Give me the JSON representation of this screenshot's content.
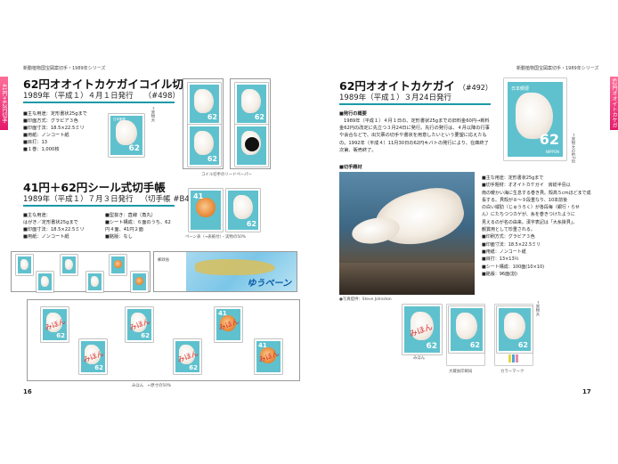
{
  "left": {
    "header": "新動植物国宝図案切手・1989年シリーズ",
    "side_tab": "41円+62円切手",
    "section1": {
      "title": "62円オオイトカケガイコイル切手",
      "issue_line": "1989年（平成１）４月１日発行",
      "catalog": "（#498）",
      "specs": [
        "■主な用途：定形書状25gまで",
        "■印面方式：グラビア３色",
        "■印面寸法：18.5×22.5ミリ",
        "■用紙：ノンコート紙",
        "■目打：13",
        "■１巻：1,000枚"
      ],
      "note_right": "←実物大",
      "coil_caption": "コイル切手のリードペーパー"
    },
    "section2": {
      "title": "41円＋62円シール式切手帳",
      "issue_line": "1989年（平成１）７月３日発行",
      "catalog": "（切手帳 #B44）",
      "specs_left": [
        "■主な用途：",
        "はがき／定形書状25gまで",
        "■印面寸法：18.5×22.5ミリ",
        "■用紙：ノンコート紙"
      ],
      "specs_right": [
        "■型抜き：直線（角丸）",
        "■シート構成：６面のうち、62",
        "円４面、41円２面",
        "■銘版：なし"
      ],
      "pane_note": "ペーン表（→表紙付）・実物の50%",
      "cover_text": "ゆうペーン",
      "cover_small": "郵政省",
      "bottom_caption": "みほん　←原寸の50%"
    },
    "page_number": "16",
    "stamp_values": {
      "v62": "62",
      "v41": "41",
      "country": "日本郵便",
      "mihon": "みほん"
    }
  },
  "right": {
    "header": "新動植物国宝図案切手・1989年シリーズ",
    "side_tab": "62円オオイトカケガイ",
    "title": "62円オオイトカケガイ",
    "catalog": "（#492）",
    "issue_line": "1989年（平成１）３月24日発行",
    "overview_head": "■発行の概要",
    "overview": "1989年（平成１）４月１日の、定形書状25gまでの旧料金60円→新料金62円の改定に先立つ３月24日に発行。先行の発行は、４月以降の行事や会合などで、出欠票の切手や書状を用意したいという要望に応えたもの。1992年（平成４）11月30日の62円キバトの発行により、在庫終了次第、販売終了。",
    "material_head": "■切手題材",
    "photo_credit": "●写真提供：Steve Johnston",
    "stamp_note": "←実物大の約2倍",
    "specs": [
      "■主な用途：定形書状25gまで",
      "■切手題材：オオイトカケガイ　房総半島以",
      "南の暖かい海に生息する巻き貝。殻高５cmほどまで成",
      "長する。貝殻が８〜９段重なり、10本前後",
      "の白い縦肋（じゅうろく）が各段毎（銀行・らせ",
      "ん）にたちつつカゲが、糸を巻きつけたように",
      "見えるのが名の由来。漢字表記は「大糸掛貝」。",
      "観賞用として珍重される。",
      "■印刷方式：グラビア３色",
      "■印面寸法：18.5×22.5ミリ",
      "■用紙：ノンコート紙",
      "■目打：13×13½",
      "■シート構成：100面(10×10)",
      "■銘版：96面(割)"
    ],
    "bottom_note": "←実物大",
    "captions": [
      "みほん",
      "大蔵省印刷局",
      "カラーマーク"
    ],
    "page_number": "17",
    "stamp_values": {
      "v62": "62",
      "country": "日本郵便",
      "nippon": "NIPPON",
      "mihon": "みほん"
    }
  }
}
